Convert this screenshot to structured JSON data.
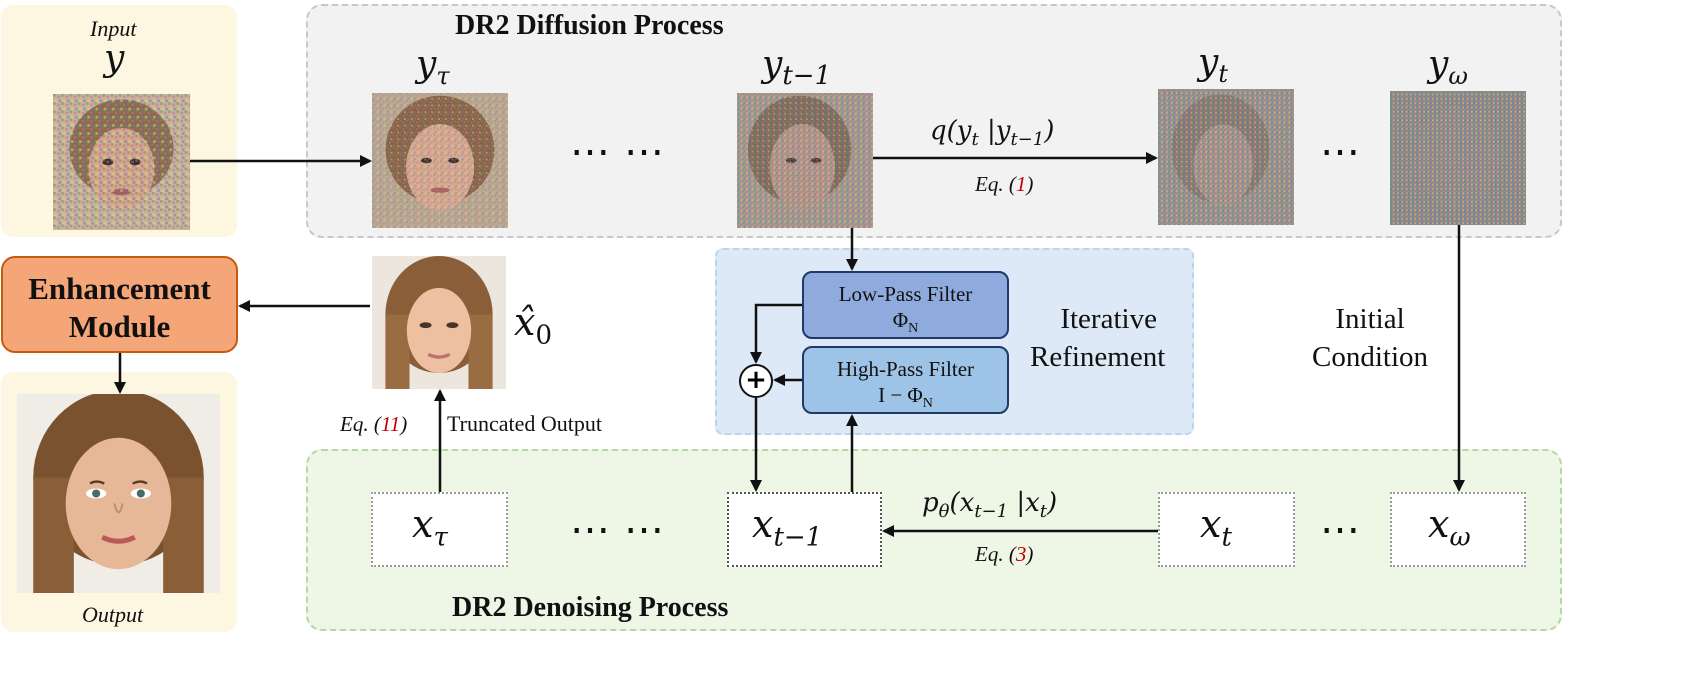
{
  "input_panel": {
    "label": "Input",
    "symbol": "y"
  },
  "output_panel": {
    "label": "Output"
  },
  "diffusion": {
    "title": "DR2 Diffusion Process",
    "symbols": {
      "y_tau": "y",
      "y_tau_sub": "τ",
      "y_t1": "y",
      "y_t1_sub": "t−1",
      "y_t": "y",
      "y_t_sub": "t",
      "y_omega": "y",
      "y_omega_sub": "ω"
    },
    "dots_long": "⋯ ⋯",
    "dots_short": "⋯",
    "q_formula": "q(y",
    "q_sub1": "t",
    "q_mid": " |y",
    "q_sub2": "t−1",
    "q_end": ")",
    "eq_prefix": "Eq. (",
    "eq_num": "1",
    "eq_suffix": ")"
  },
  "denoising": {
    "title": "DR2 Denoising Process",
    "symbols": {
      "x_tau": "x",
      "x_tau_sub": "τ",
      "x_t1": "x",
      "x_t1_sub": "t−1",
      "x_t": "x",
      "x_t_sub": "t",
      "x_omega": "x",
      "x_omega_sub": "ω"
    },
    "dots_long": "⋯ ⋯",
    "dots_short": "⋯",
    "p_formula": "p",
    "p_theta": "θ",
    "p_open": "(x",
    "p_sub1": "t−1",
    "p_mid": " |x",
    "p_sub2": "t",
    "p_end": ")",
    "eq_prefix": "Eq. (",
    "eq_num": "3",
    "eq_suffix": ")"
  },
  "refinement": {
    "title_line1": "Iterative",
    "title_line2": "Refinement",
    "low_pass_line1": "Low-Pass Filter",
    "low_pass_line2": "Φ",
    "low_pass_sub": "N",
    "high_pass_line1": "High-Pass Filter",
    "high_pass_line2": "I  − Φ",
    "high_pass_sub": "N",
    "plus": "+"
  },
  "enhancement": {
    "line1": "Enhancement",
    "line2": "Module"
  },
  "x0": {
    "symbol": "x̂",
    "sub": "0"
  },
  "truncated": {
    "eq_prefix": "Eq. (",
    "eq_num": "11",
    "eq_suffix": ")",
    "label": "Truncated Output"
  },
  "initial_condition": {
    "line1": "Initial",
    "line2": "Condition"
  },
  "colors": {
    "input_panel_bg": "#fdf6e0",
    "diffusion_bg": "#f2f2f2",
    "diffusion_border": "#c8c8c8",
    "denoising_bg": "#eef6e6",
    "denoising_border": "#b6d8a4",
    "refinement_bg": "#dde9f6",
    "refinement_border": "#bcd3ec",
    "enhancement_fill": "#f4a679",
    "enhancement_border": "#c55a11",
    "low_pass_fill": "#8faadc",
    "high_pass_fill": "#9dc3e6",
    "equation_red": "#c00000"
  }
}
